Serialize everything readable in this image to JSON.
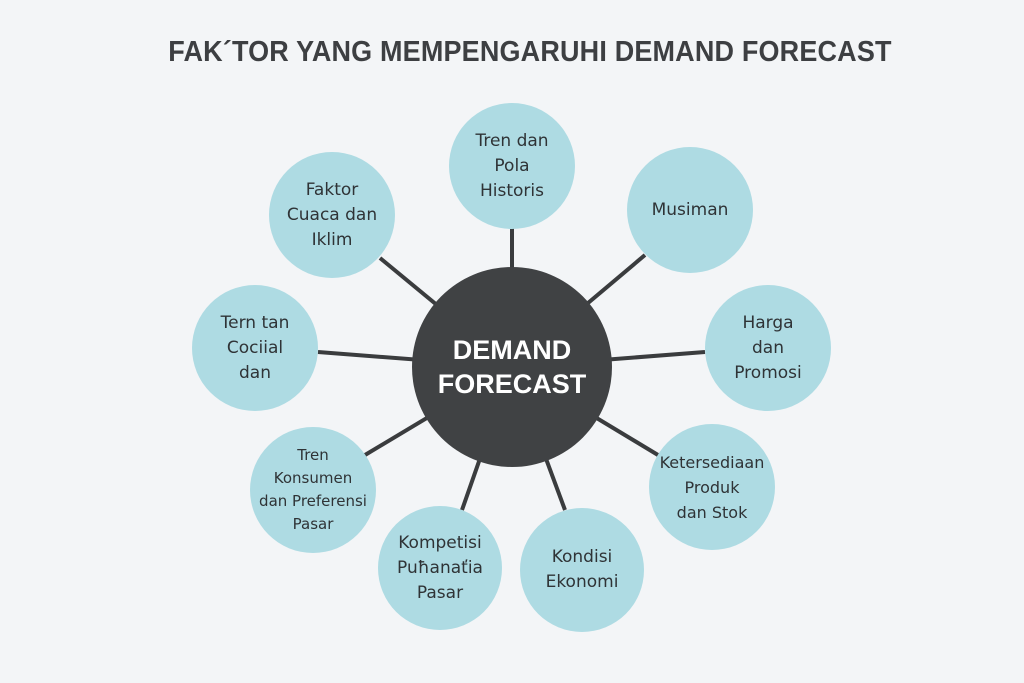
{
  "title": "FAK´TOR YANG MEMPENGARUHI DEMAND FORECAST",
  "center": "DEMAND\nFORECAST",
  "colors": {
    "node": "#aedbe3",
    "center": "#404244",
    "link": "#3a3c3e",
    "background": "#f3f5f7"
  },
  "factors": [
    "Tren dan\nPola\nHistoris",
    "Musiman",
    "Harga\ndan\nPromosi",
    "Ketersediaan\nProduk\ndan Stok",
    "Kondisi\nEkonomi",
    "Kompetisi\nPuħanaťia\nPasar",
    "Tren\nKonsumen\ndan Preferensi\nPasar",
    "Tern tan\nCociial\ndan",
    "Faktor\nCuaca dan\nIklim"
  ]
}
